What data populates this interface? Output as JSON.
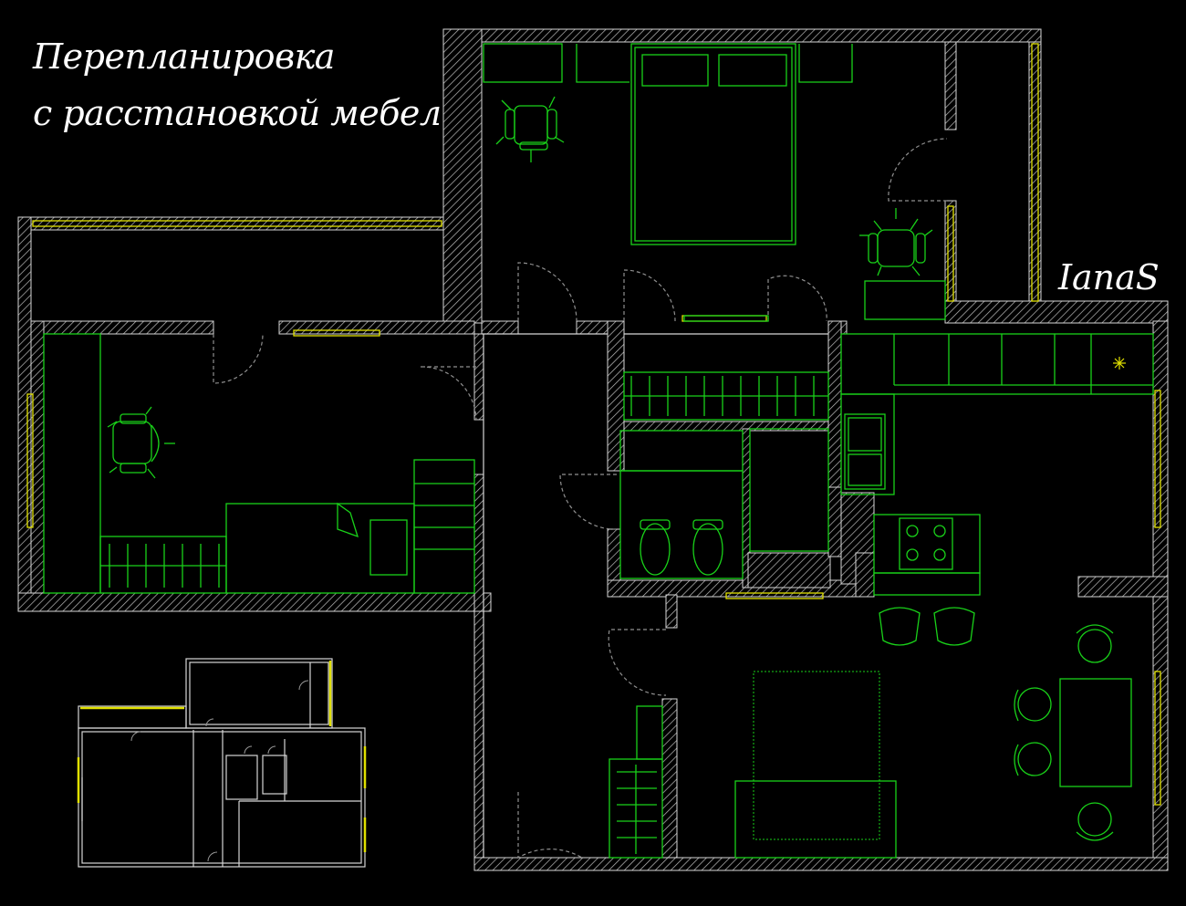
{
  "title": {
    "line1": "Перепланировка",
    "line2": "с расстановкой мебели."
  },
  "signature": "IanaS",
  "colors": {
    "background": "#000000",
    "wall": "#cfcfcf",
    "furniture": "#19d119",
    "window": "#e6e600",
    "door": "#8c8c8c",
    "text": "#ffffff"
  }
}
